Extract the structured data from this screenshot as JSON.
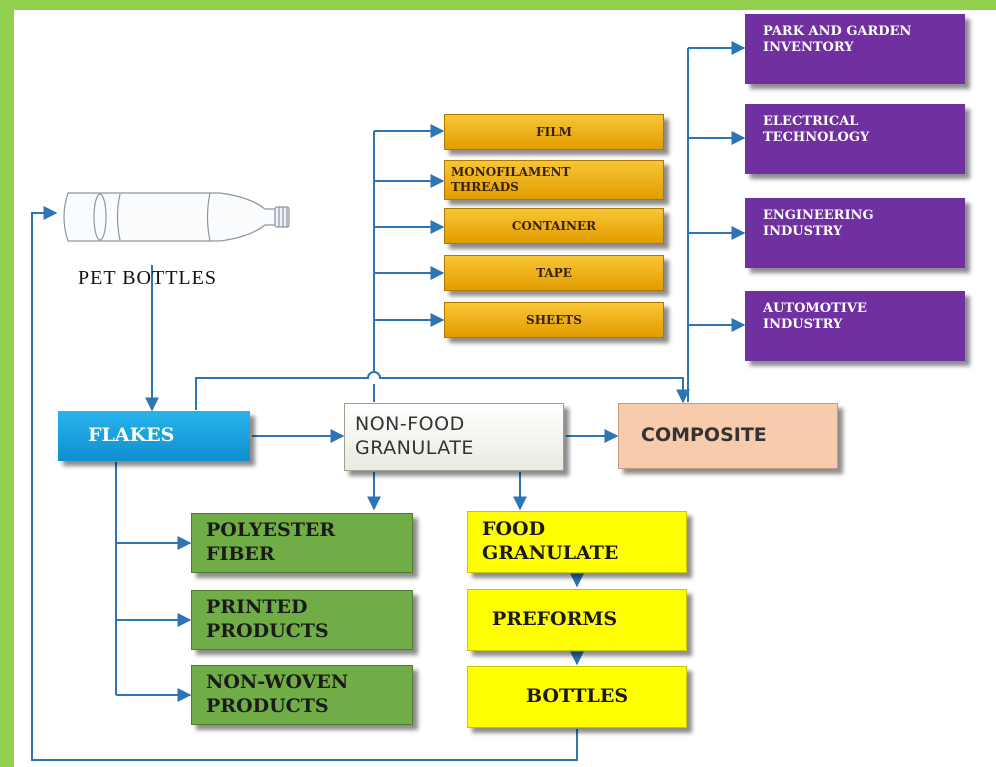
{
  "labels": {
    "pet_bottles": "PET BOTTLES"
  },
  "nodes": {
    "flakes": "FLAKES",
    "non_food_granulate": "NON-FOOD\nGRANULATE",
    "composite": "COMPOSITE",
    "film": "FILM",
    "monofilament_threads": "MONOFILAMENT\nTHREADS",
    "container": "CONTAINER",
    "tape": "TAPE",
    "sheets": "SHEETS",
    "park_and_garden_inventory": "PARK AND GARDEN\nINVENTORY",
    "electrical_technology": "ELECTRICAL\nTECHNOLOGY",
    "engineering_industry": "ENGINEERING\nINDUSTRY",
    "automotive_industry": "AUTOMOTIVE\nINDUSTRY",
    "polyester_fiber": "POLYESTER\nFIBER",
    "printed_products": "PRINTED\nPRODUCTS",
    "non_woven_products": "NON-WOVEN\nPRODUCTS",
    "food_granulate": "FOOD\nGRANULATE",
    "preforms": "PREFORMS",
    "bottles": "BOTTLES"
  },
  "edges": [
    {
      "from": "PET BOTTLES",
      "to": "FLAKES"
    },
    {
      "from": "FLAKES",
      "to": "NON-FOOD GRANULATE"
    },
    {
      "from": "FLAKES",
      "to": "COMPOSITE"
    },
    {
      "from": "FLAKES",
      "to": "POLYESTER FIBER"
    },
    {
      "from": "FLAKES",
      "to": "PRINTED PRODUCTS"
    },
    {
      "from": "FLAKES",
      "to": "NON-WOVEN PRODUCTS"
    },
    {
      "from": "NON-FOOD GRANULATE",
      "to": "COMPOSITE"
    },
    {
      "from": "NON-FOOD GRANULATE",
      "to": "FILM"
    },
    {
      "from": "NON-FOOD GRANULATE",
      "to": "MONOFILAMENT THREADS"
    },
    {
      "from": "NON-FOOD GRANULATE",
      "to": "CONTAINER"
    },
    {
      "from": "NON-FOOD GRANULATE",
      "to": "TAPE"
    },
    {
      "from": "NON-FOOD GRANULATE",
      "to": "SHEETS"
    },
    {
      "from": "NON-FOOD GRANULATE",
      "to": "POLYESTER FIBER"
    },
    {
      "from": "NON-FOOD GRANULATE",
      "to": "FOOD GRANULATE"
    },
    {
      "from": "COMPOSITE",
      "to": "PARK AND GARDEN INVENTORY"
    },
    {
      "from": "COMPOSITE",
      "to": "ELECTRICAL TECHNOLOGY"
    },
    {
      "from": "COMPOSITE",
      "to": "ENGINEERING INDUSTRY"
    },
    {
      "from": "COMPOSITE",
      "to": "AUTOMOTIVE INDUSTRY"
    },
    {
      "from": "FOOD GRANULATE",
      "to": "PREFORMS"
    },
    {
      "from": "PREFORMS",
      "to": "BOTTLES"
    },
    {
      "from": "BOTTLES",
      "to": "PET BOTTLES"
    }
  ],
  "colors": {
    "frame": "#92d050",
    "arrow": "#2e75b6",
    "flakes": "#1da1e0",
    "orange": "#f0b000",
    "purple": "#7030a0",
    "green": "#70ad47",
    "yellow": "#ffff00",
    "composite": "#f8cbad"
  }
}
